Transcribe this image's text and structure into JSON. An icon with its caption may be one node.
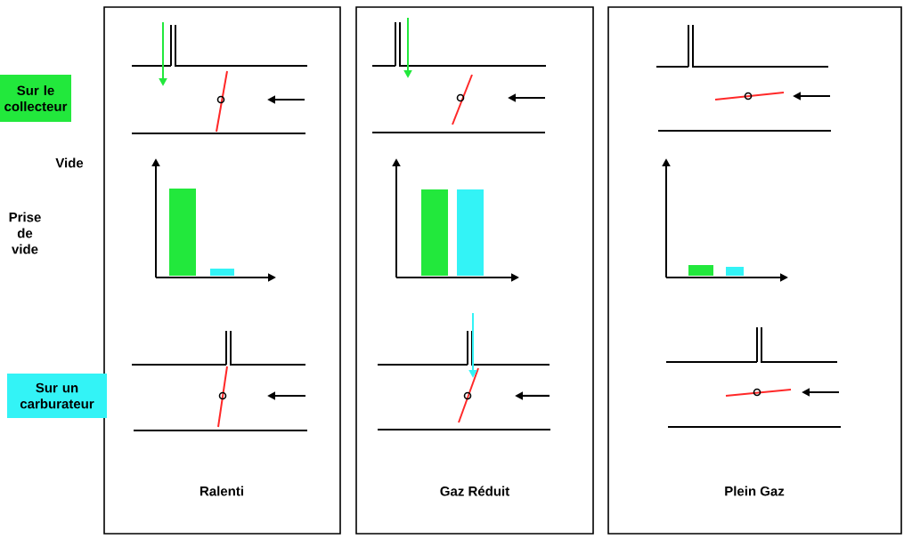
{
  "diagram": {
    "nodes": [
      {
        "text": [
          "Ralenti"
        ]
      },
      {
        "text": [
          "Gaz Réduit"
        ]
      },
      {
        "text": [
          "Plein Gaz"
        ]
      }
    ],
    "labels": [
      "Vide",
      "Prise de vide"
    ],
    "legend": [
      {
        "text": "Sur le collecteur",
        "color": "#22e83c"
      },
      {
        "text": "Sur un carburateur",
        "color": "#33f3f6"
      }
    ]
  }
}
